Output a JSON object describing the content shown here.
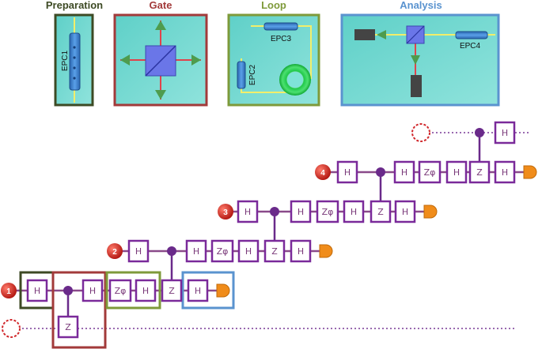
{
  "panels": {
    "preparation": {
      "title": "Preparation",
      "component": "EPC1"
    },
    "gate": {
      "title": "Gate"
    },
    "loop": {
      "title": "Loop",
      "components": [
        "EPC3",
        "EPC2"
      ]
    },
    "analysis": {
      "title": "Analysis",
      "component": "EPC4"
    }
  },
  "circuit": {
    "qubits": [
      "1",
      "2",
      "3",
      "4"
    ],
    "gates": {
      "hadamard": "H",
      "phase": "Zφ",
      "z": "Z"
    }
  },
  "colors": {
    "preparation": "#3d4a24",
    "gate": "#a23a3a",
    "loop": "#7e9a3a",
    "analysis": "#5a93cf",
    "wire": "#8a4a8a",
    "gate_border": "#7a2a9a",
    "control": "#6a2a8a",
    "measure": "#f08c1a",
    "qubit_ball": "#c8201c"
  }
}
